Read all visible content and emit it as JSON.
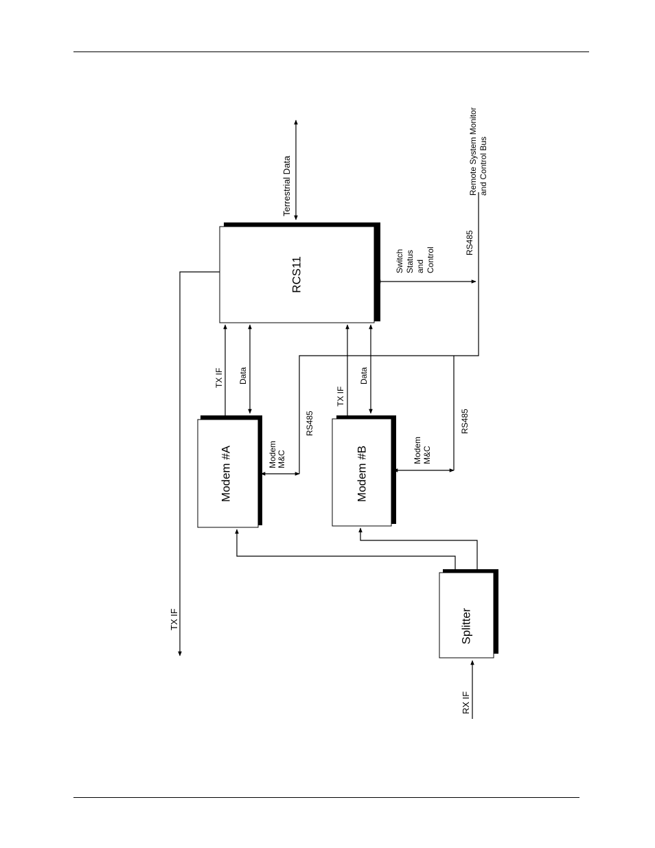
{
  "blocks": {
    "rcs": "RCS11",
    "modem_a": "Modem #A",
    "modem_b": "Modem #B",
    "splitter": "Splitter"
  },
  "labels": {
    "terrestrial": "Terrestrial Data",
    "remote_1": "Remote System Monitor",
    "remote_2": "and Control Bus",
    "rs485_main": "RS485",
    "switch_1": "Switch",
    "switch_2": "Status",
    "switch_3": "and",
    "switch_4": "Control",
    "tx_if_a": "TX IF",
    "data_a": "Data",
    "tx_if_b": "TX IF",
    "data_b": "Data",
    "rs485_a": "RS485",
    "rs485_b": "RS485",
    "modem_mc_a_1": "Modem",
    "modem_mc_a_2": "M&C",
    "modem_mc_b_1": "Modem",
    "modem_mc_b_2": "M&C",
    "tx_if_out": "TX IF",
    "rx_if_in": "RX IF"
  }
}
